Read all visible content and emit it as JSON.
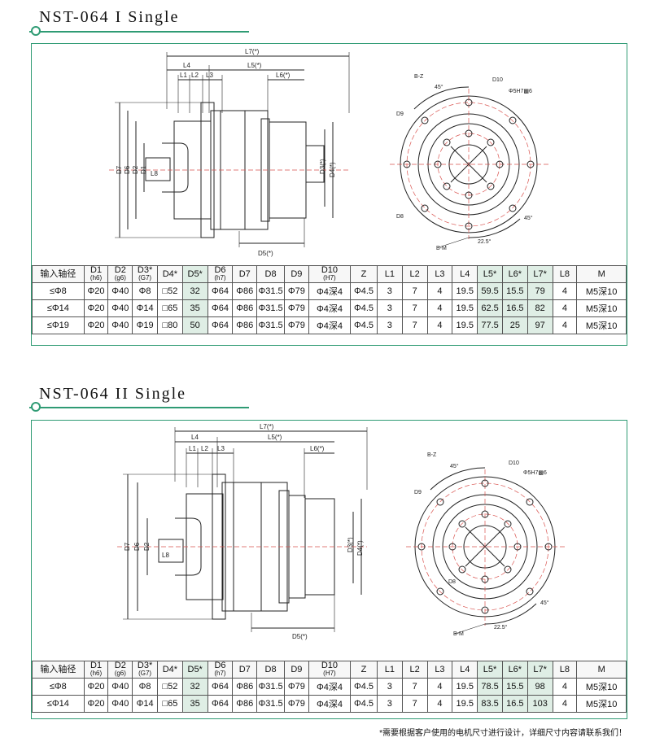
{
  "sections": [
    {
      "title": "NST-064 I Single",
      "headers": [
        {
          "main": "输入轴径",
          "sub": ""
        },
        {
          "main": "D1",
          "sub": "(h6)"
        },
        {
          "main": "D2",
          "sub": "(g6)"
        },
        {
          "main": "D3*",
          "sub": "(G7)"
        },
        {
          "main": "D4*",
          "sub": ""
        },
        {
          "main": "D5*",
          "sub": ""
        },
        {
          "main": "D6",
          "sub": "(h7)"
        },
        {
          "main": "D7",
          "sub": ""
        },
        {
          "main": "D8",
          "sub": ""
        },
        {
          "main": "D9",
          "sub": ""
        },
        {
          "main": "D10",
          "sub": "(H7)"
        },
        {
          "main": "Z",
          "sub": ""
        },
        {
          "main": "L1",
          "sub": ""
        },
        {
          "main": "L2",
          "sub": ""
        },
        {
          "main": "L3",
          "sub": ""
        },
        {
          "main": "L4",
          "sub": ""
        },
        {
          "main": "L5*",
          "sub": ""
        },
        {
          "main": "L6*",
          "sub": ""
        },
        {
          "main": "L7*",
          "sub": ""
        },
        {
          "main": "L8",
          "sub": ""
        },
        {
          "main": "M",
          "sub": ""
        }
      ],
      "rows": [
        [
          "≤Φ8",
          "Φ20",
          "Φ40",
          "Φ8",
          "□52",
          "32",
          "Φ64",
          "Φ86",
          "Φ31.5",
          "Φ79",
          "Φ4深4",
          "Φ4.5",
          "3",
          "7",
          "4",
          "19.5",
          "59.5",
          "15.5",
          "79",
          "4",
          "M5深10"
        ],
        [
          "≤Φ14",
          "Φ20",
          "Φ40",
          "Φ14",
          "□65",
          "35",
          "Φ64",
          "Φ86",
          "Φ31.5",
          "Φ79",
          "Φ4深4",
          "Φ4.5",
          "3",
          "7",
          "4",
          "19.5",
          "62.5",
          "16.5",
          "82",
          "4",
          "M5深10"
        ],
        [
          "≤Φ19",
          "Φ20",
          "Φ40",
          "Φ19",
          "□80",
          "50",
          "Φ64",
          "Φ86",
          "Φ31.5",
          "Φ79",
          "Φ4深4",
          "Φ4.5",
          "3",
          "7",
          "4",
          "19.5",
          "77.5",
          "25",
          "97",
          "4",
          "M5深10"
        ]
      ]
    },
    {
      "title": "NST-064 II Single",
      "headers": [
        {
          "main": "输入轴径",
          "sub": ""
        },
        {
          "main": "D1",
          "sub": "(h6)"
        },
        {
          "main": "D2",
          "sub": "(g6)"
        },
        {
          "main": "D3*",
          "sub": "(G7)"
        },
        {
          "main": "D4*",
          "sub": ""
        },
        {
          "main": "D5*",
          "sub": ""
        },
        {
          "main": "D6",
          "sub": "(h7)"
        },
        {
          "main": "D7",
          "sub": ""
        },
        {
          "main": "D8",
          "sub": ""
        },
        {
          "main": "D9",
          "sub": ""
        },
        {
          "main": "D10",
          "sub": "(H7)"
        },
        {
          "main": "Z",
          "sub": ""
        },
        {
          "main": "L1",
          "sub": ""
        },
        {
          "main": "L2",
          "sub": ""
        },
        {
          "main": "L3",
          "sub": ""
        },
        {
          "main": "L4",
          "sub": ""
        },
        {
          "main": "L5*",
          "sub": ""
        },
        {
          "main": "L6*",
          "sub": ""
        },
        {
          "main": "L7*",
          "sub": ""
        },
        {
          "main": "L8",
          "sub": ""
        },
        {
          "main": "M",
          "sub": ""
        }
      ],
      "rows": [
        [
          "≤Φ8",
          "Φ20",
          "Φ40",
          "Φ8",
          "□52",
          "32",
          "Φ64",
          "Φ86",
          "Φ31.5",
          "Φ79",
          "Φ4深4",
          "Φ4.5",
          "3",
          "7",
          "4",
          "19.5",
          "78.5",
          "15.5",
          "98",
          "4",
          "M5深10"
        ],
        [
          "≤Φ14",
          "Φ20",
          "Φ40",
          "Φ14",
          "□65",
          "35",
          "Φ64",
          "Φ86",
          "Φ31.5",
          "Φ79",
          "Φ4深4",
          "Φ4.5",
          "3",
          "7",
          "4",
          "19.5",
          "83.5",
          "16.5",
          "103",
          "4",
          "M5深10"
        ]
      ]
    }
  ],
  "drawing_labels": {
    "L7": "L7(*)",
    "L4": "L4",
    "L5": "L5(*)",
    "L1": "L1",
    "L2": "L2",
    "L3": "L3",
    "L6": "L6(*)",
    "D7": "D7",
    "D6": "D6",
    "D2": "D2",
    "D1": "D1",
    "L8": "L8",
    "D3": "D3(*)",
    "D4": "D4(*)",
    "D5": "D5(*)",
    "BZ": "B-Z",
    "BM": "B-M",
    "D10": "D10",
    "D9": "D9",
    "D8": "D8",
    "A45": "45°",
    "A225": "22.5°",
    "hole_note": "Φ5H7▩6"
  },
  "footnote": "*需要根据客户使用的电机尺寸进行设计，详细尺寸内容请联系我们！",
  "colors": {
    "accent": "#2f9b74",
    "highlight": "#dfeee5",
    "centerline": "#d9534f"
  },
  "highlight_columns": [
    5,
    16,
    17,
    18
  ]
}
